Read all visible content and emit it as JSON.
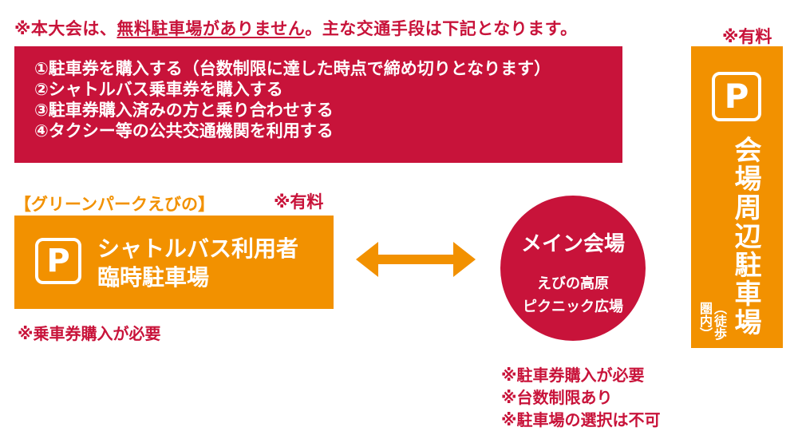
{
  "notice": {
    "prefix": "※本大会は、",
    "underlined": "無料駐車場がありません",
    "suffix": "。主な交通手段は下記となります。"
  },
  "options": [
    "①駐車券を購入する（台数制限に達した時点で締め切りとなります）",
    "②シャトルバス乗車券を購入する",
    "③駐車券購入済みの方と乗り合わせする",
    "④タクシー等の公共交通機関を利用する"
  ],
  "shuttle_lot": {
    "location_label": "【グリーンパークえびの】",
    "fee_label": "※有料",
    "p_symbol": "P",
    "name_line1": "シャトルバス利用者",
    "name_line2": "臨時駐車場",
    "note": "※乗車券購入が必要"
  },
  "main_venue": {
    "title": "メイン会場",
    "sub_line1": "えびの高原",
    "sub_line2": "ピクニック広場",
    "notes": [
      "※駐車券購入が必要",
      "※台数制限あり",
      "※駐車場の選択は不可"
    ]
  },
  "near_lot": {
    "fee_label": "※有料",
    "p_symbol": "P",
    "name": "会場周辺駐車場",
    "sub": "（徒歩圏内）"
  },
  "colors": {
    "red": "#c8133a",
    "orange": "#f29100",
    "white": "#ffffff"
  }
}
